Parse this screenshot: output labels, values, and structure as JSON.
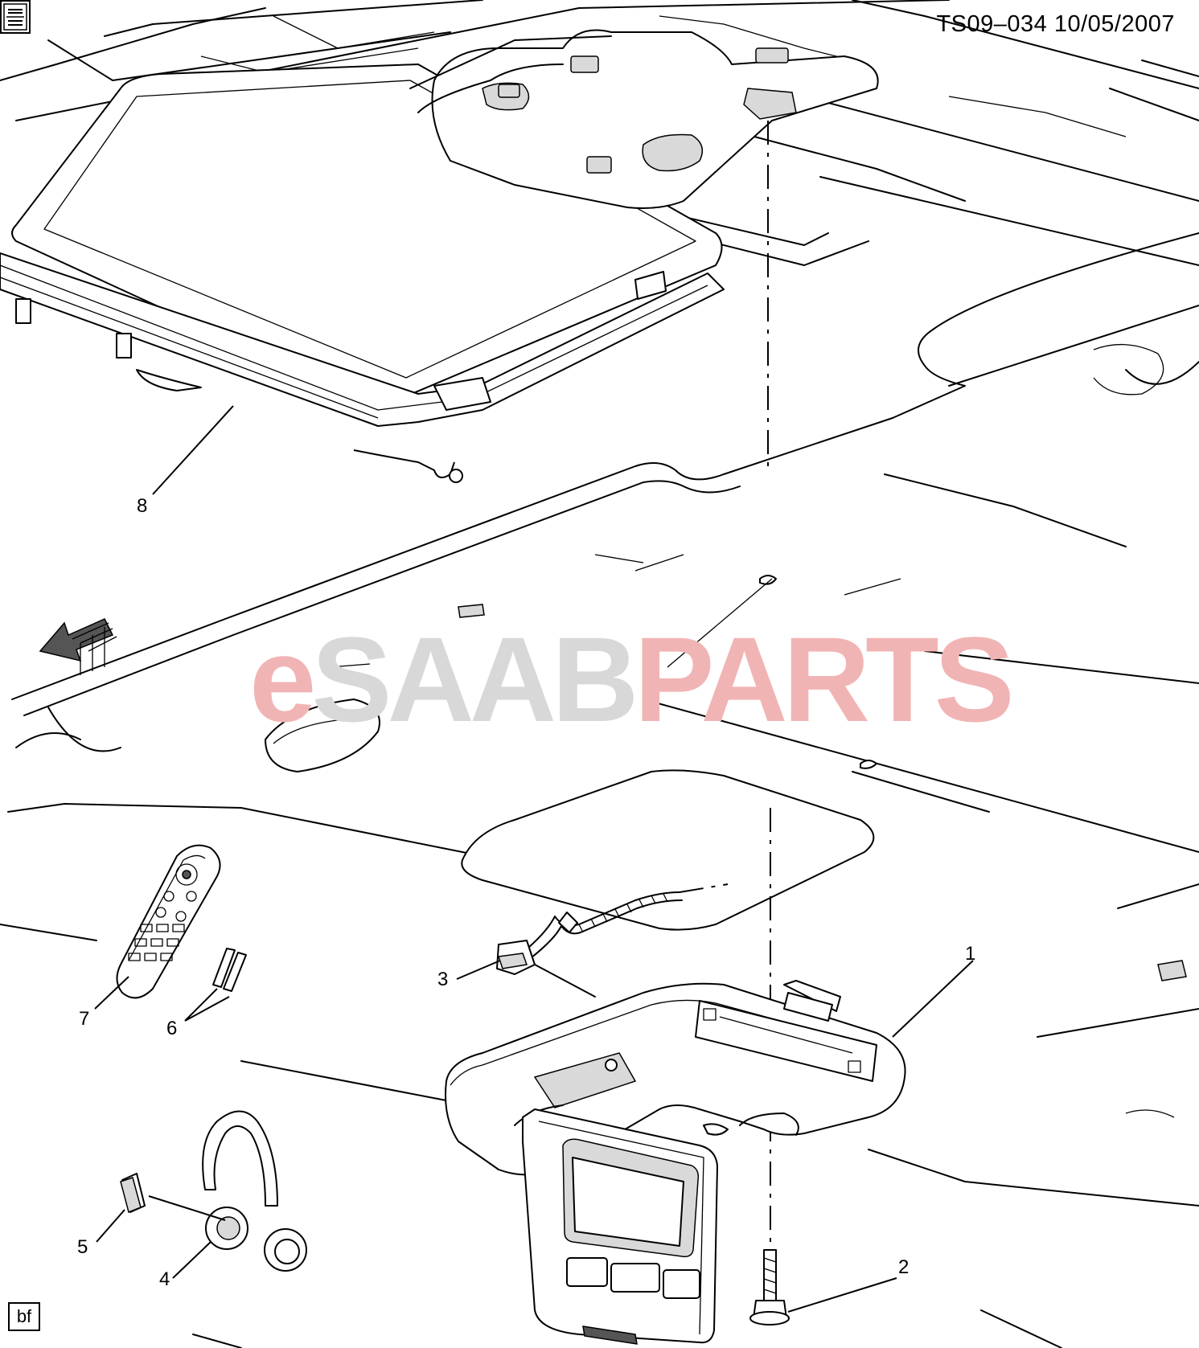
{
  "header": {
    "doc_code": "TS09–034  10/05/2007"
  },
  "watermark": {
    "part1": "e",
    "part2": "SAAB",
    "part3": "PARTS",
    "color_saab": "#d8d8d8",
    "color_parts": "#f1b4b4"
  },
  "callouts": [
    {
      "id": "1",
      "label": "1"
    },
    {
      "id": "2",
      "label": "2"
    },
    {
      "id": "3",
      "label": "3"
    },
    {
      "id": "4",
      "label": "4"
    },
    {
      "id": "5",
      "label": "5"
    },
    {
      "id": "6",
      "label": "6"
    },
    {
      "id": "7",
      "label": "7"
    },
    {
      "id": "8",
      "label": "8"
    }
  ],
  "footer": {
    "author_initials": "bf",
    "logo": "gm-spo-logo"
  },
  "icons": {
    "direction_arrow": "front-arrow-icon"
  }
}
